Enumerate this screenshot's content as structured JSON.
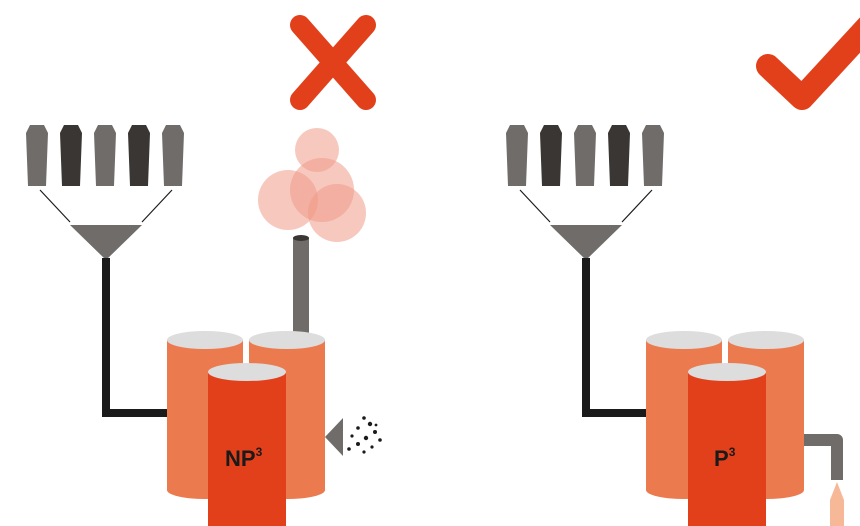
{
  "left_panel": {
    "status_icon": "cross-icon",
    "tank_label": "NP",
    "tank_label_superscript": "3"
  },
  "right_panel": {
    "status_icon": "checkmark-icon",
    "tank_label": "P",
    "tank_label_superscript": "3"
  },
  "colors": {
    "accent_red": "#e2401a",
    "tank_light": "#eb7b4e",
    "tank_dark": "#e2401a",
    "tank_cap": "#dddddd",
    "bottle_gray": "#6f6c69",
    "bottle_dark": "#3a3634",
    "pipe_black": "#1b1b1b",
    "pipe_gray": "#6f6c69",
    "emission_pink": "#f09a88",
    "outflow_peach": "#f6b896"
  }
}
